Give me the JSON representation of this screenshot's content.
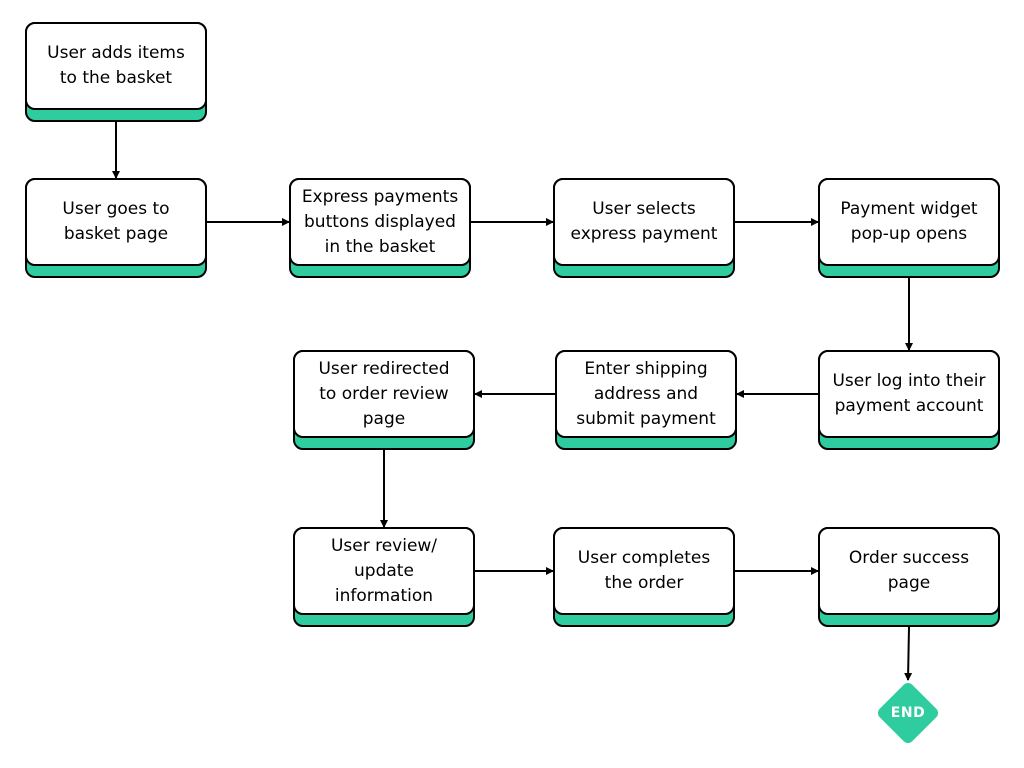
{
  "diagram": {
    "accent_color": "#2ecc9e",
    "border_color": "#000000",
    "nodes": [
      {
        "id": "n1",
        "text": "User adds items\nto the basket"
      },
      {
        "id": "n2",
        "text": "User goes to\nbasket page"
      },
      {
        "id": "n3",
        "text": "Express payments\nbuttons displayed\nin the basket"
      },
      {
        "id": "n4",
        "text": "User selects\nexpress payment"
      },
      {
        "id": "n5",
        "text": "Payment widget\npop-up opens"
      },
      {
        "id": "n6",
        "text": "User log into their\npayment account"
      },
      {
        "id": "n7",
        "text": "Enter shipping\naddress and\nsubmit payment"
      },
      {
        "id": "n8",
        "text": "User redirected\nto order review\npage"
      },
      {
        "id": "n9",
        "text": "User review/\nupdate\ninformation"
      },
      {
        "id": "n10",
        "text": "User completes\nthe order"
      },
      {
        "id": "n11",
        "text": "Order success\npage"
      }
    ],
    "end": {
      "id": "end",
      "text": "END"
    },
    "edges": [
      {
        "from": "n1",
        "to": "n2"
      },
      {
        "from": "n2",
        "to": "n3"
      },
      {
        "from": "n3",
        "to": "n4"
      },
      {
        "from": "n4",
        "to": "n5"
      },
      {
        "from": "n5",
        "to": "n6"
      },
      {
        "from": "n6",
        "to": "n7"
      },
      {
        "from": "n7",
        "to": "n8"
      },
      {
        "from": "n8",
        "to": "n9"
      },
      {
        "from": "n9",
        "to": "n10"
      },
      {
        "from": "n10",
        "to": "n11"
      },
      {
        "from": "n11",
        "to": "end"
      }
    ]
  }
}
